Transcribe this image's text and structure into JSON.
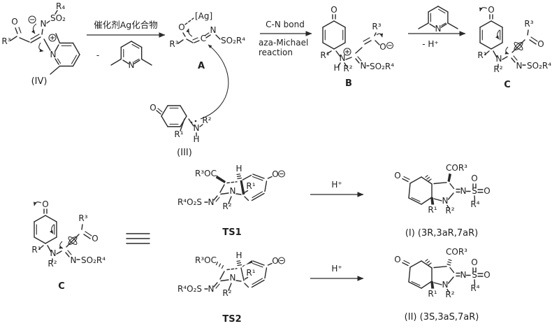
{
  "colors": {
    "ink": "#2a2a2a",
    "bg": "#ffffff"
  },
  "structures": {
    "iv": {
      "r3": "R³",
      "o": "O",
      "n_amide": "N",
      "so2": "SO₂",
      "r4": "R₄",
      "n_py": "N",
      "label": "(IV)"
    },
    "a": {
      "ag": "[Ag]",
      "o": "O",
      "r3": "R³",
      "c": "C",
      "n": "N",
      "so2r4": "SO₂R⁴",
      "label": "A"
    },
    "b": {
      "o": "O",
      "r1": "R¹",
      "n_ring": "N",
      "h": "H",
      "r2": "R²",
      "n_imine": "N",
      "so2r4": "SO₂R⁴",
      "r3": "R³",
      "o_enolate": "O",
      "label": "B"
    },
    "c_top": {
      "o": "O",
      "r1": "R¹",
      "n_ring": "N",
      "r2": "R²",
      "n_imine": "N",
      "so2r4": "SO₂R⁴",
      "r3": "R³",
      "o_acyl": "O",
      "label": "C"
    },
    "iii": {
      "o": "O",
      "r1": "R¹",
      "n": "N",
      "r2": "R²",
      "h": "H",
      "label": "(III)"
    },
    "c_bottom": {
      "o": "O",
      "r1": "R¹",
      "n_ring": "N",
      "r2": "R²",
      "n_imine": "N",
      "so2r4": "SO₂R⁴",
      "r3": "R³",
      "o_acyl": "O",
      "label": "C"
    },
    "ts1": {
      "r3oc": "R³OC",
      "h": "H",
      "r1": "R¹",
      "r2": "R²",
      "n_ring": "N",
      "n_imine": "N",
      "r4o2s": "R⁴O₂S",
      "o": "O",
      "label": "TS1"
    },
    "ts2": {
      "r3oc": "R³OC",
      "h": "H",
      "r1": "R¹",
      "r2": "R²",
      "n_ring": "N",
      "n_imine": "N",
      "r4o2s": "R⁴O₂S",
      "o": "O",
      "label": "TS2"
    },
    "prod1": {
      "o": "O",
      "cor3": "COR³",
      "n_imine": "N",
      "s": "S",
      "o_top": "O",
      "o_right": "O",
      "r4": "R⁴",
      "n_ring": "N",
      "r2": "R²",
      "r1": "R¹",
      "label": "(I) (3R,3aR,7aR)"
    },
    "prod2": {
      "o": "O",
      "cor3": "COR³",
      "n_imine": "N",
      "s": "S",
      "o_top": "O",
      "o_right": "O",
      "r4": "R⁴",
      "n_ring": "N",
      "r2": "R²",
      "r1": "R¹",
      "label": "(II) (3S,3aS,7aR)"
    }
  },
  "reagents": {
    "step1_above": "催化剂Ag化合物",
    "step1_minus": "-",
    "lutidine1_n": "N",
    "step2_above": "C-N bond",
    "step2_below1": "aza-Michael",
    "step2_below2": "reaction",
    "lutidine2_n": "N",
    "step3_below": "- H⁺",
    "step4_label": "H⁺",
    "step5_label": "H⁺"
  },
  "icons": {
    "plus_charge": "circled-plus",
    "minus_charge": "circled-minus",
    "equivalence": "triple-bar",
    "bond_rotation": "orbital-lobes",
    "lone_pair": "two-dots",
    "reaction_arrow": "right-arrow",
    "curved_arrow": "curly-arrow",
    "ag_bond": "dashed-bond"
  }
}
